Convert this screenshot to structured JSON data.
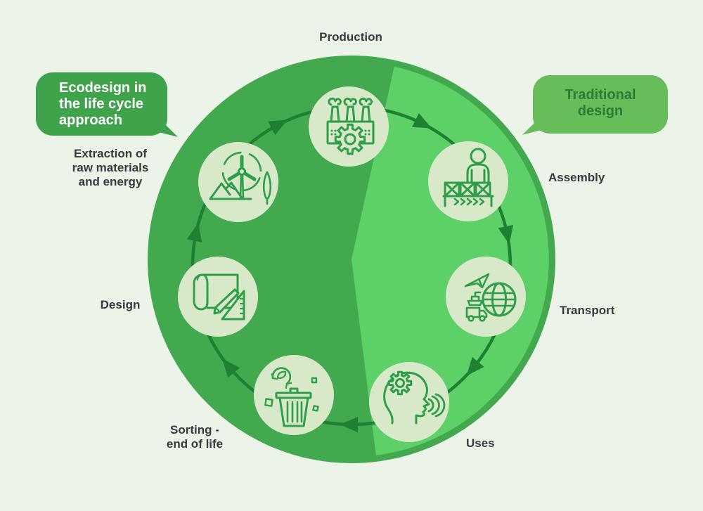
{
  "bubbles": {
    "ecodesign": "Ecodesign in\nthe life cycle\napproach",
    "traditional": "Traditional\ndesign"
  },
  "stages": [
    {
      "id": "production",
      "label": "Production",
      "icon": "factory-icon"
    },
    {
      "id": "assembly",
      "label": "Assembly",
      "icon": "assembly-worker-icon"
    },
    {
      "id": "transport",
      "label": "Transport",
      "icon": "globe-transport-icon"
    },
    {
      "id": "uses",
      "label": "Uses",
      "icon": "head-gear-speech-icon"
    },
    {
      "id": "sorting",
      "label": "Sorting -\nend of life",
      "icon": "trash-recycle-icon"
    },
    {
      "id": "design",
      "label": "Design",
      "icon": "blueprint-icon"
    },
    {
      "id": "extraction",
      "label": "Extraction of\nraw materials\nand energy",
      "icon": "wind-turbine-icon"
    }
  ],
  "colors": {
    "background": "#ecf3e8",
    "cycle_circle": "#43a94e",
    "traditional_segment": "#5dd168",
    "stage_circle": "#d8e9ca",
    "icon_stroke": "#2f9e48",
    "arrow": "#1f8033",
    "ecodesign_bubble_bg": "#3fa34c",
    "ecodesign_bubble_text": "#ffffff",
    "traditional_bubble_bg": "#67bd5a",
    "traditional_bubble_text": "#2b7a36",
    "label_text": "#363b3d"
  }
}
